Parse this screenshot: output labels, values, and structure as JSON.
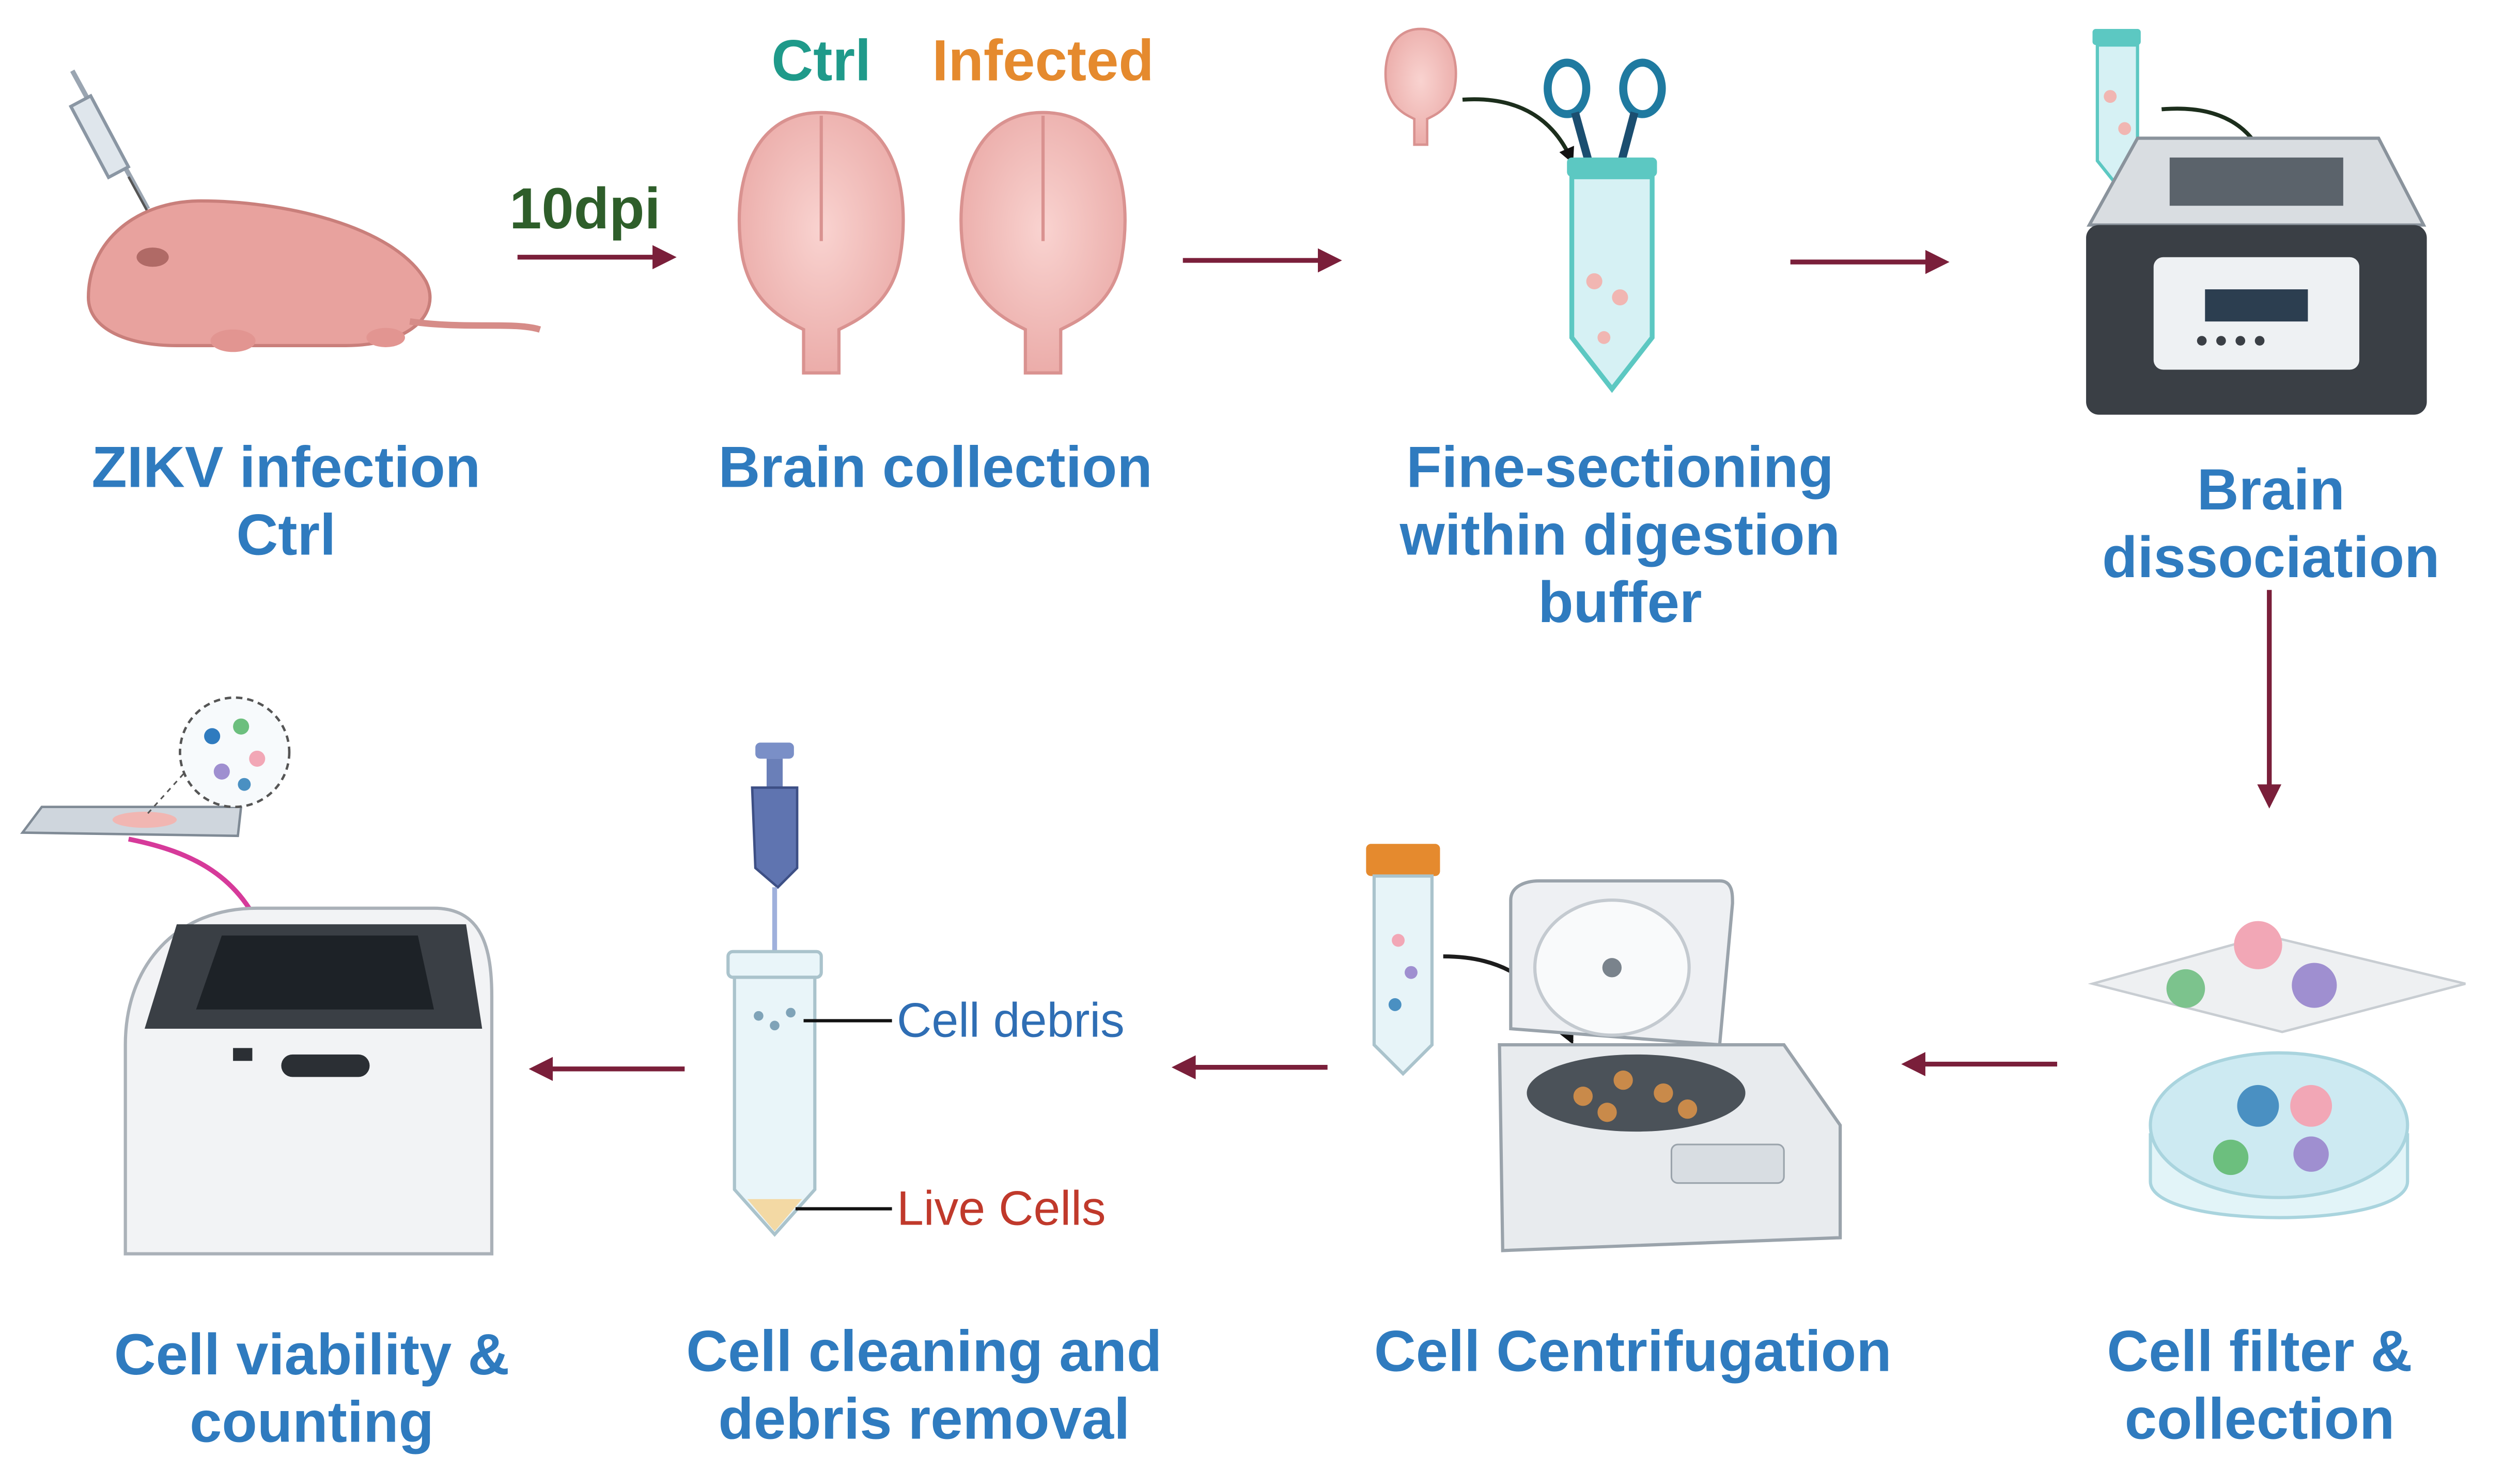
{
  "colors": {
    "label": "#2f7bbf",
    "ctrl": "#1f9a8a",
    "infected": "#e58a2e",
    "dpi": "#2e5e2a",
    "arrow": "#7a1f3a",
    "debris": "#2f6eb4",
    "live": "#c0392b",
    "pink_arrow": "#d63a9a"
  },
  "steps": [
    {
      "label": "ZIKV infection\nCtrl"
    },
    {
      "label": "Brain collection"
    },
    {
      "label": "Fine-sectioning\nwithin digestion\nbuffer"
    },
    {
      "label": "Brain dissociation"
    },
    {
      "label": "Cell filter &\ncollection"
    },
    {
      "label": "Cell Centrifugation"
    },
    {
      "label": "Cell cleaning and\ndebris removal"
    },
    {
      "label": "Cell viability &\ncounting"
    }
  ],
  "brain_labels": {
    "ctrl": "Ctrl",
    "infected": "Infected"
  },
  "timepoint": "10dpi",
  "tube_labels": {
    "debris": "Cell debris",
    "live": "Live Cells"
  },
  "icons": [
    "syringe-icon",
    "mouse-pup-icon",
    "brain-icon",
    "scissors-icon",
    "tube-icon",
    "dissociator-icon",
    "filter-icon",
    "petri-dish-icon",
    "centrifuge-icon",
    "pipette-icon",
    "cell-counter-icon",
    "slide-icon"
  ]
}
